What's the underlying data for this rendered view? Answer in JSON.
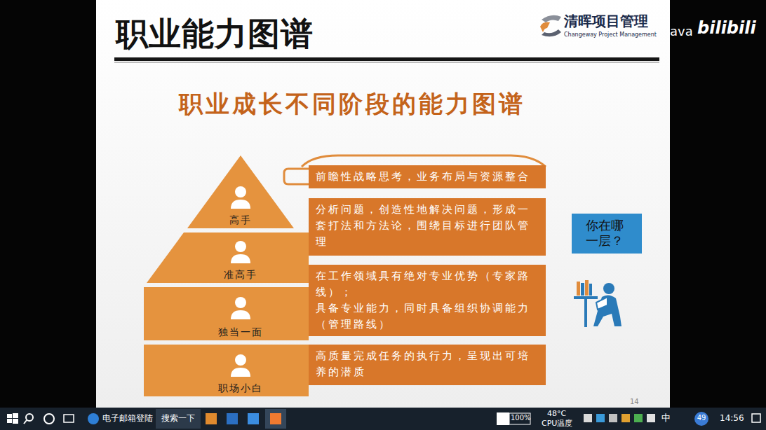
{
  "diagram": {
    "title": "职业能力图谱",
    "nodes": [
      {
        "text": [
          "高手"
        ]
      },
      {
        "text": [
          "准高手"
        ]
      },
      {
        "text": [
          "独当一面"
        ]
      },
      {
        "text": [
          "职场小白"
        ]
      },
      {
        "text": [
          "前瞻性战略思考，业务布局与资源整合"
        ]
      },
      {
        "text": [
          "分析问题，创造性地解决问题，形成一套打法和方法论，围绕目标进行团队管理"
        ]
      },
      {
        "text": [
          "在工作领域具有绝对专业优势（专家路线）；",
          "具备专业能力，同时具备组织协调能力（管理路线）"
        ]
      },
      {
        "text": [
          "高质量完成任务的执行力，呈现出可培养的潜质"
        ]
      },
      {
        "text": [
          "你在哪一层？"
        ]
      }
    ],
    "labels": [
      "ava",
      "bilibili",
      "清晖项目管理",
      "Changeway Project Management",
      "职业成长不同阶段的能力图谱",
      "14",
      "电子邮箱登陆",
      "搜索一下",
      "100%",
      "48°C",
      "CPU温度",
      "中",
      "49",
      "14:56"
    ]
  }
}
